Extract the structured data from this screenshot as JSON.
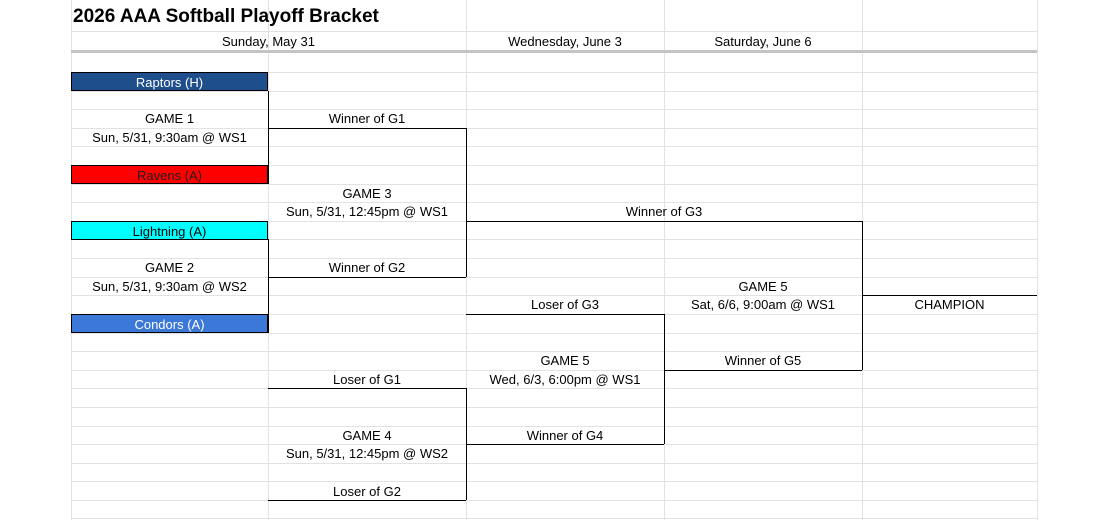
{
  "sheet": {
    "title": "2026 AAA Softball Playoff Bracket",
    "days": [
      "Sunday, May 31",
      "Wednesday, June 3",
      "Saturday, June 6"
    ]
  },
  "teams": [
    {
      "name": "Raptors (H)",
      "color": "#1f4e8c",
      "text_color": "#ffffff"
    },
    {
      "name": "Ravens (A)",
      "color": "#ff0000",
      "text_color": "#1f1f1f"
    },
    {
      "name": "Lightning (A)",
      "color": "#00ffff",
      "text_color": "#000000"
    },
    {
      "name": "Condors (A)",
      "color": "#3c78d8",
      "text_color": "#ffffff"
    }
  ],
  "games": {
    "g1": {
      "name": "GAME 1",
      "detail": "Sun, 5/31, 9:30am @ WS1"
    },
    "g2": {
      "name": "GAME 2",
      "detail": "Sun, 5/31, 9:30am @ WS2"
    },
    "g3": {
      "name": "GAME 3",
      "detail": "Sun, 5/31, 12:45pm @ WS1"
    },
    "g4": {
      "name": "GAME 4",
      "detail": "Sun, 5/31, 12:45pm @ WS2"
    },
    "g5_wed": {
      "name": "GAME 5",
      "detail": "Wed, 6/3, 6:00pm @ WS1"
    },
    "g5_sat": {
      "name": "GAME 5",
      "detail": "Sat, 6/6, 9:00am @ WS1"
    }
  },
  "slots": {
    "winner_g1": "Winner of G1",
    "winner_g2": "Winner of G2",
    "winner_g3": "Winner of G3",
    "loser_g3": "Loser of G3",
    "loser_g1": "Loser of G1",
    "loser_g2": "Loser of G2",
    "winner_g4": "Winner of G4",
    "winner_g5": "Winner of G5",
    "champion": "CHAMPION"
  }
}
